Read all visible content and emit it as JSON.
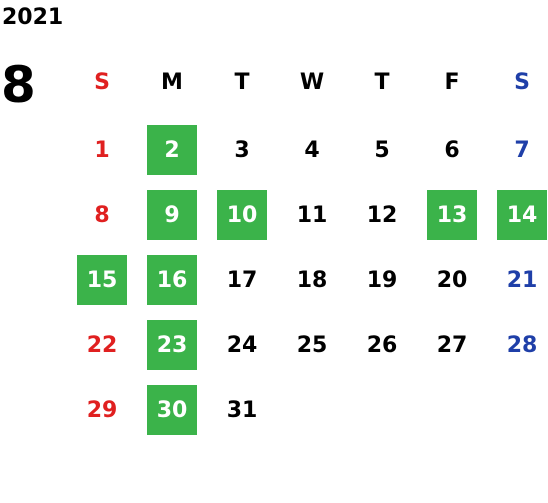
{
  "year": "2021",
  "month": "8",
  "weekdays": [
    "S",
    "M",
    "T",
    "W",
    "T",
    "F",
    "S"
  ],
  "days": [
    {
      "num": "1",
      "col": 0,
      "row": 0,
      "type": "sun",
      "highlight": false
    },
    {
      "num": "2",
      "col": 1,
      "row": 0,
      "type": "weekday",
      "highlight": true
    },
    {
      "num": "3",
      "col": 2,
      "row": 0,
      "type": "weekday",
      "highlight": false
    },
    {
      "num": "4",
      "col": 3,
      "row": 0,
      "type": "weekday",
      "highlight": false
    },
    {
      "num": "5",
      "col": 4,
      "row": 0,
      "type": "weekday",
      "highlight": false
    },
    {
      "num": "6",
      "col": 5,
      "row": 0,
      "type": "weekday",
      "highlight": false
    },
    {
      "num": "7",
      "col": 6,
      "row": 0,
      "type": "sat",
      "highlight": false
    },
    {
      "num": "8",
      "col": 0,
      "row": 1,
      "type": "sun",
      "highlight": false
    },
    {
      "num": "9",
      "col": 1,
      "row": 1,
      "type": "weekday",
      "highlight": true
    },
    {
      "num": "10",
      "col": 2,
      "row": 1,
      "type": "weekday",
      "highlight": true
    },
    {
      "num": "11",
      "col": 3,
      "row": 1,
      "type": "weekday",
      "highlight": false
    },
    {
      "num": "12",
      "col": 4,
      "row": 1,
      "type": "weekday",
      "highlight": false
    },
    {
      "num": "13",
      "col": 5,
      "row": 1,
      "type": "weekday",
      "highlight": true
    },
    {
      "num": "14",
      "col": 6,
      "row": 1,
      "type": "sat",
      "highlight": true
    },
    {
      "num": "15",
      "col": 0,
      "row": 2,
      "type": "sun",
      "highlight": true
    },
    {
      "num": "16",
      "col": 1,
      "row": 2,
      "type": "weekday",
      "highlight": true
    },
    {
      "num": "17",
      "col": 2,
      "row": 2,
      "type": "weekday",
      "highlight": false
    },
    {
      "num": "18",
      "col": 3,
      "row": 2,
      "type": "weekday",
      "highlight": false
    },
    {
      "num": "19",
      "col": 4,
      "row": 2,
      "type": "weekday",
      "highlight": false
    },
    {
      "num": "20",
      "col": 5,
      "row": 2,
      "type": "weekday",
      "highlight": false
    },
    {
      "num": "21",
      "col": 6,
      "row": 2,
      "type": "sat",
      "highlight": false
    },
    {
      "num": "22",
      "col": 0,
      "row": 3,
      "type": "sun",
      "highlight": false
    },
    {
      "num": "23",
      "col": 1,
      "row": 3,
      "type": "weekday",
      "highlight": true
    },
    {
      "num": "24",
      "col": 2,
      "row": 3,
      "type": "weekday",
      "highlight": false
    },
    {
      "num": "25",
      "col": 3,
      "row": 3,
      "type": "weekday",
      "highlight": false
    },
    {
      "num": "26",
      "col": 4,
      "row": 3,
      "type": "weekday",
      "highlight": false
    },
    {
      "num": "27",
      "col": 5,
      "row": 3,
      "type": "weekday",
      "highlight": false
    },
    {
      "num": "28",
      "col": 6,
      "row": 3,
      "type": "sat",
      "highlight": false
    },
    {
      "num": "29",
      "col": 0,
      "row": 4,
      "type": "sun",
      "highlight": false
    },
    {
      "num": "30",
      "col": 1,
      "row": 4,
      "type": "weekday",
      "highlight": true
    },
    {
      "num": "31",
      "col": 2,
      "row": 4,
      "type": "weekday",
      "highlight": false
    }
  ],
  "colors": {
    "sunday": "#e02020",
    "saturday": "#1f3fa8",
    "highlight": "#3bb34a"
  }
}
